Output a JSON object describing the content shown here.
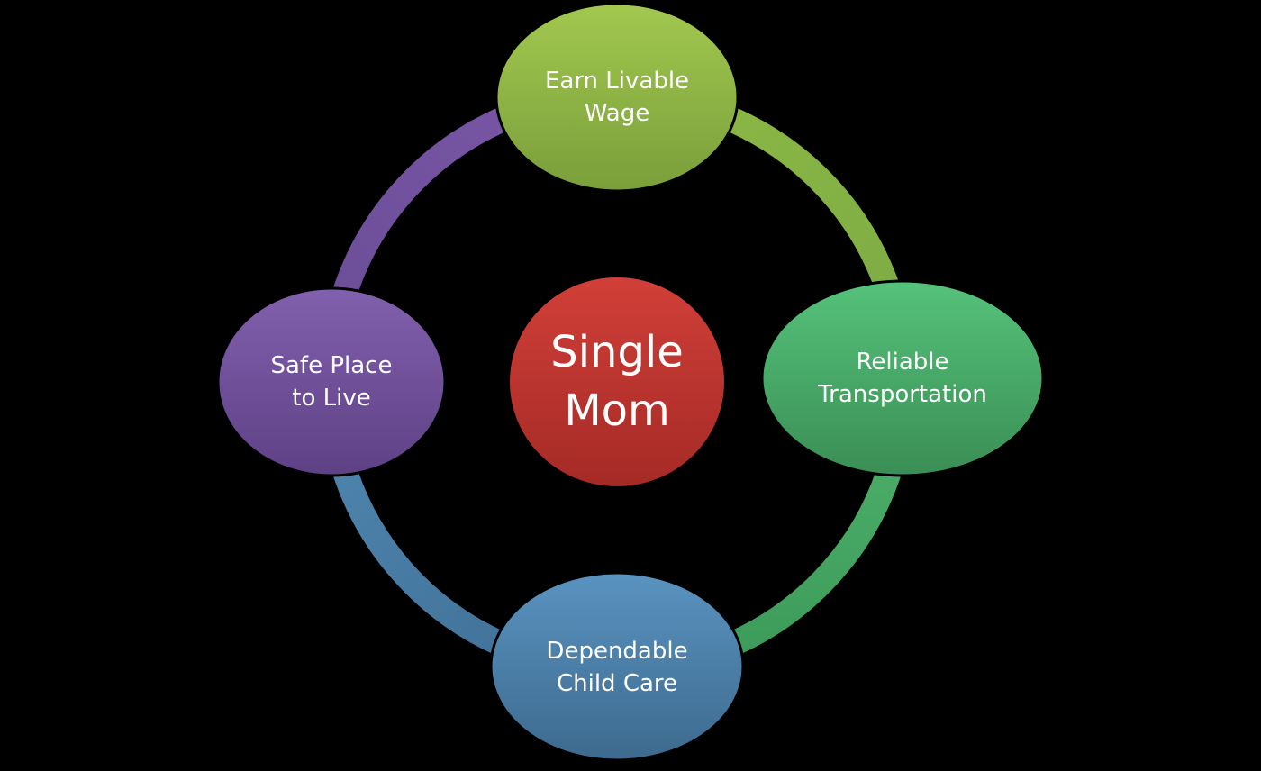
{
  "diagram": {
    "center": {
      "lines": [
        "Single",
        "Mom"
      ],
      "color": "#c0392f"
    },
    "nodes": [
      {
        "key": "top",
        "lines": [
          "Earn Livable",
          "Wage"
        ],
        "color": "#8db944"
      },
      {
        "key": "right",
        "lines": [
          "Reliable",
          "Transportation"
        ],
        "color": "#47a865"
      },
      {
        "key": "bottom",
        "lines": [
          "Dependable",
          "Child Care"
        ],
        "color": "#4a7fa8"
      },
      {
        "key": "left",
        "lines": [
          "Safe Place",
          "to Live"
        ],
        "color": "#6f4e9a"
      }
    ],
    "ring_colors": {
      "top_right": "#8db944",
      "right_bottom": "#47a865",
      "bottom_left": "#4a7fa8",
      "left_top": "#6f4e9a"
    },
    "background": "#000000"
  }
}
